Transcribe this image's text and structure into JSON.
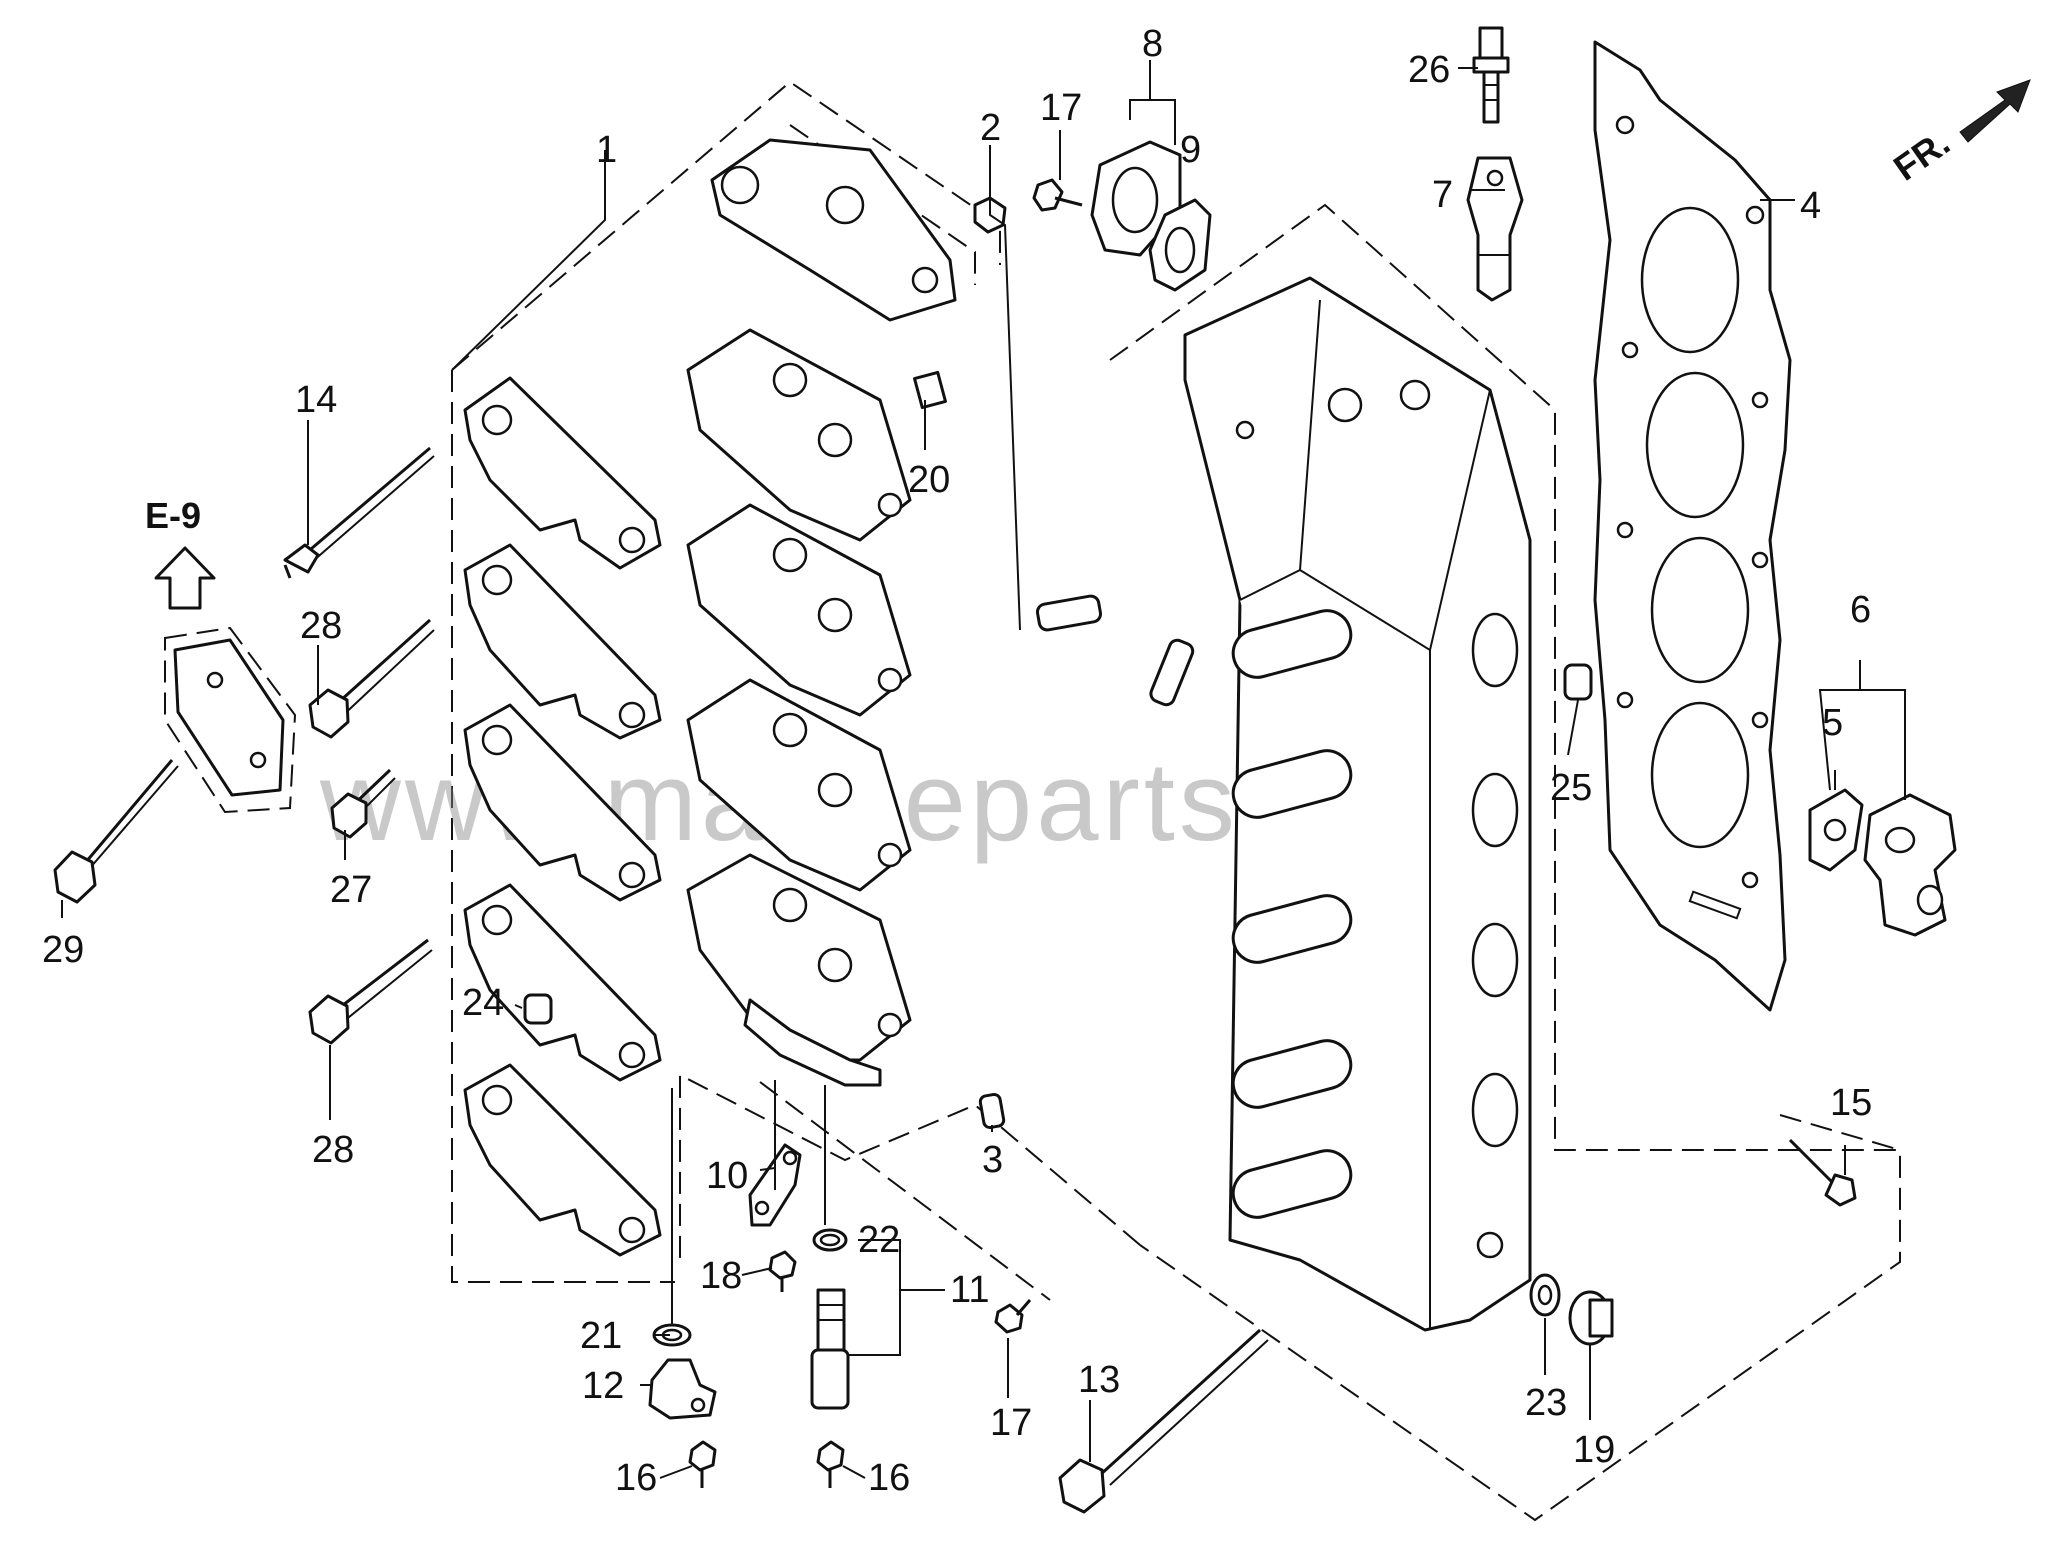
{
  "diagram": {
    "watermark": "www.marineparts.eu",
    "section_ref": "E-9",
    "front_indicator": "FR.",
    "callouts": {
      "c1": "1",
      "c2": "2",
      "c3": "3",
      "c4": "4",
      "c5": "5",
      "c6": "6",
      "c7": "7",
      "c8": "8",
      "c9": "9",
      "c10": "10",
      "c11": "11",
      "c12": "12",
      "c13": "13",
      "c14": "14",
      "c15": "15",
      "c16a": "16",
      "c16b": "16",
      "c17a": "17",
      "c17b": "17",
      "c18": "18",
      "c19": "19",
      "c20": "20",
      "c21": "21",
      "c22": "22",
      "c23": "23",
      "c24": "24",
      "c25": "25",
      "c26": "26",
      "c27": "27",
      "c28a": "28",
      "c28b": "28",
      "c29": "29"
    }
  }
}
